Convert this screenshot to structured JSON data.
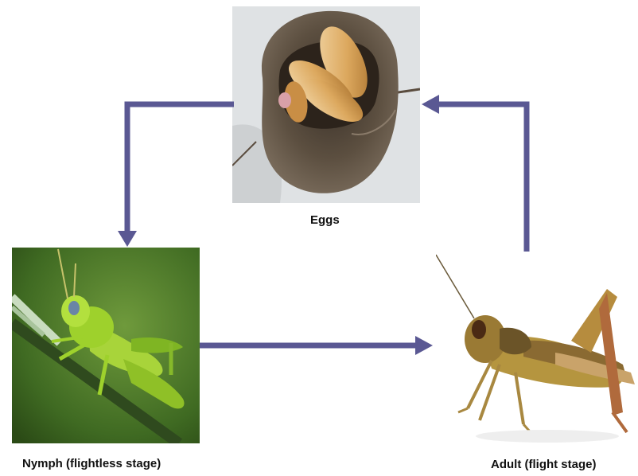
{
  "stages": {
    "eggs": {
      "label": "Eggs"
    },
    "nymph": {
      "label": "Nymph (flightless stage)"
    },
    "adult": {
      "label": "Adult (flight stage)"
    }
  },
  "colors": {
    "arrow": "#5a5893",
    "nymph_bg": "#4c7a2a",
    "nymph_body": "#9ed12c",
    "egg_soil": "#5c4f40",
    "egg": "#dca85e",
    "adult_body": "#b5953f"
  }
}
